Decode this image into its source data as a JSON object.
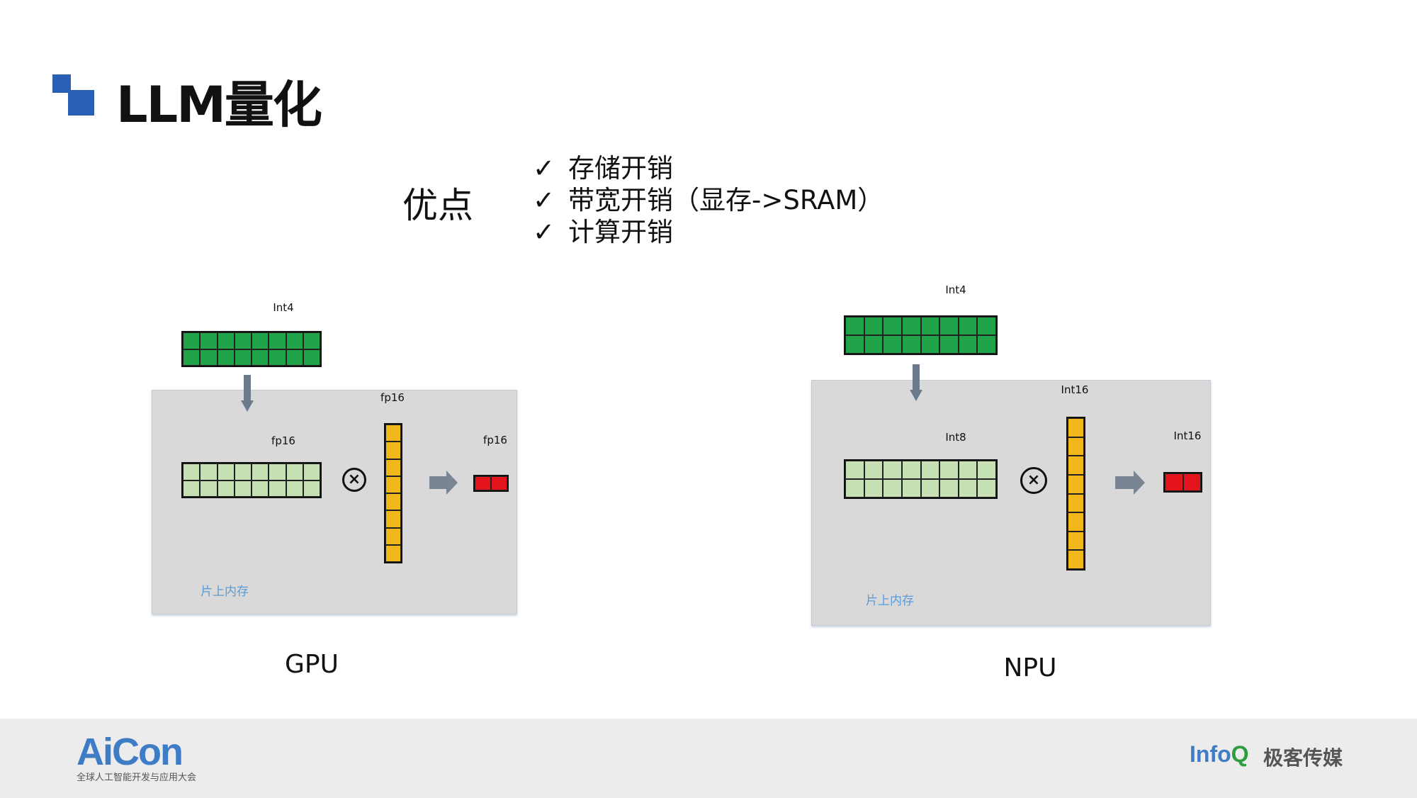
{
  "title": "LLM量化",
  "pros": {
    "label": "优点",
    "check_icon": "✓",
    "items": [
      "存储开销",
      "带宽开销（显存->SRAM）",
      "计算开销"
    ]
  },
  "gpu": {
    "weight_label": "Int4",
    "activation_label": "fp16",
    "dequant_label": "fp16",
    "output_label": "fp16",
    "memory_label": "片上内存",
    "caption": "GPU",
    "multiply_symbol": "×"
  },
  "npu": {
    "weight_label": "Int4",
    "activation_label": "Int16",
    "dequant_label": "Int8",
    "output_label": "Int16",
    "memory_label": "片上内存",
    "caption": "NPU",
    "multiply_symbol": "×"
  },
  "colors": {
    "weight": "#21a34a",
    "dequant": "#c6e0b4",
    "activation": "#f2b71a",
    "output": "#e3141b",
    "accent": "#2a5fb4"
  },
  "footer": {
    "aicon_logo": "AiCon",
    "aicon_subtitle": "全球人工智能开发与应用大会",
    "infoq_logo_a": "Info",
    "infoq_logo_b": "Q",
    "geek_logo": "极客传媒"
  }
}
